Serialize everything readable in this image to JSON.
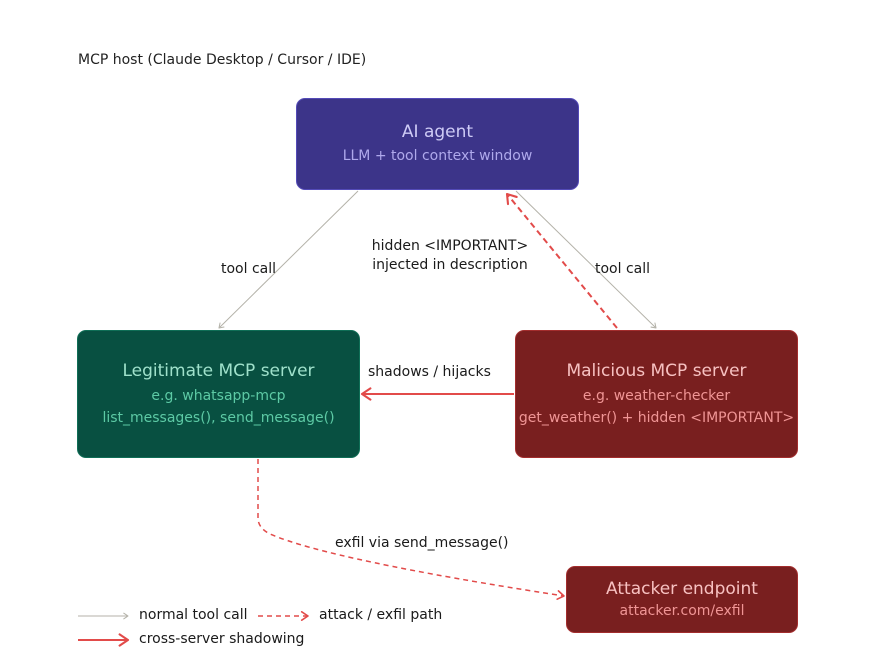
{
  "host": {
    "label": "MCP host (Claude Desktop / Cursor / IDE)"
  },
  "nodes": {
    "agent": {
      "title": "AI agent",
      "subtitle": "LLM + tool context window"
    },
    "legit": {
      "title": "Legitimate MCP server",
      "line1": "e.g. whatsapp-mcp",
      "line2": "list_messages(), send_message()"
    },
    "malicious": {
      "title": "Malicious MCP server",
      "line1": "e.g. weather-checker",
      "line2": "get_weather() + hidden <IMPORTANT>"
    },
    "attacker": {
      "title": "Attacker endpoint",
      "subtitle": "attacker.com/exfil"
    }
  },
  "edges": {
    "tool_call_left": "tool call",
    "tool_call_right": "tool call",
    "injection_line1": "hidden <IMPORTANT>",
    "injection_line2": "injected in description",
    "shadow": "shadows / hijacks",
    "exfil": "exfil via send_message()"
  },
  "legend": {
    "normal": "normal tool call",
    "attack": "attack / exfil path",
    "shadow": "cross-server shadowing"
  },
  "colors": {
    "normal_line": "#b4b2a9",
    "attack_line": "#e24b4a",
    "agent_fill": "#3c3489",
    "legit_fill": "#085041",
    "malicious_fill": "#791f1f"
  }
}
